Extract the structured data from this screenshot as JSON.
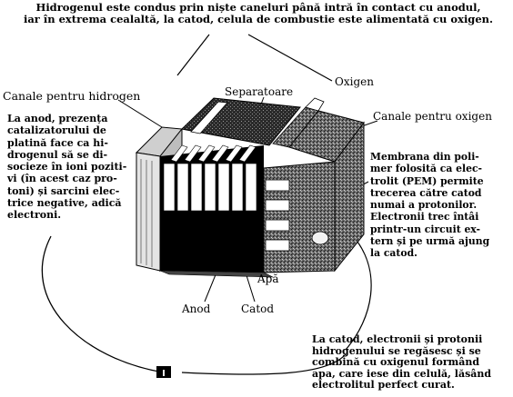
{
  "intro_text": "Hidrogenul este condus prin niște caneluri până intră în contact cu anodul,\niar în extrema cealaltă, la catod, celula de combustie este alimentată cu oxigen.",
  "labels": {
    "oxigen": "Oxigen",
    "canale_hidrogen": "Canale pentru hidrogen",
    "separatoare": "Separatoare",
    "canale_oxigen": "Canale pentru oxigen",
    "apa": "Apă",
    "anod": "Anod",
    "catod": "Catod"
  },
  "notes": {
    "anod": "La anod, prezența\ncatalizatorului de\nplatină face ca hi-\ndrogenul să se di-\nsocieze în ioni poziti-\nvi (în acest caz pro-\ntoni) și sarcini elec-\ntrice negative, adică\nelectroni.",
    "membrana": "Membrana din poli-\nmer folosită ca elec-\ntrolit (PEM) permite\ntrecerea către catod\nnumai a protonilor.\nElectronii trec întâi\nprintr-un circuit ex-\ntern și pe urmă ajung\nla catod.",
    "catod": "La catod, electronii și protonii\nhidrogenului se regăsesc și se\ncombină cu oxigenul formând\napa, care iese din celulă, lăsând\nelectrolitul perfect curat."
  },
  "circuit_symbol": "I",
  "colors": {
    "ink": "#000000",
    "paper": "#ffffff",
    "mid_gray": "#888888",
    "light_gray": "#d8d8d8"
  }
}
